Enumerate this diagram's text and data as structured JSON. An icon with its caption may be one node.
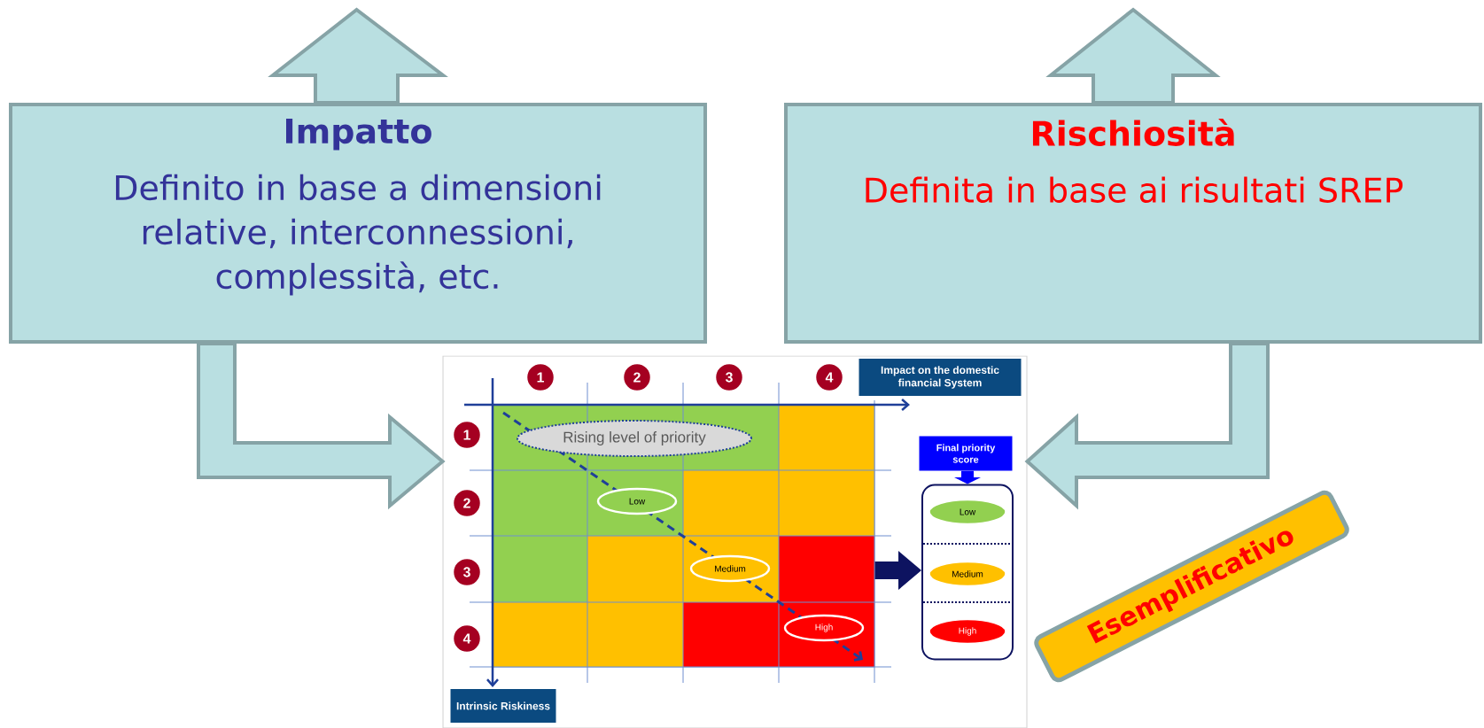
{
  "diagram": {
    "nodes": [
      {
        "text": [
          "Impatto",
          "Definito in base a dimensioni relative, interconnessioni, complessità, etc."
        ]
      },
      {
        "text": [
          "Rischiosità",
          "Definita in base ai risultati SREP"
        ]
      },
      {
        "text": [],
        "shape": "box"
      },
      {
        "text": [
          "1"
        ],
        "in": 2
      },
      {
        "text": [
          "2"
        ],
        "in": 2
      },
      {
        "text": [
          "3"
        ],
        "in": 2
      },
      {
        "text": [
          "4"
        ],
        "in": 2
      },
      {
        "text": [
          "Impact on the domestic financial System"
        ],
        "in": 2
      },
      {
        "text": [
          "1"
        ],
        "in": 2
      },
      {
        "text": [
          "2"
        ],
        "in": 2
      },
      {
        "text": [
          "3"
        ],
        "in": 2
      },
      {
        "text": [
          "4"
        ],
        "in": 2
      },
      {
        "text": [],
        "shape": "box",
        "in": 2
      },
      {
        "text": [
          "Rising level of priority"
        ],
        "in": 12
      },
      {
        "text": [
          "Low"
        ],
        "in": 12
      },
      {
        "text": [
          "Medium"
        ],
        "in": 12
      },
      {
        "text": [
          "High"
        ],
        "in": 12
      },
      {
        "text": [
          "Final priority score"
        ],
        "in": 2
      },
      {
        "text": [],
        "shape": "box",
        "in": 2
      },
      {
        "text": [
          "Low"
        ],
        "in": 18
      },
      {
        "text": [
          "Medium"
        ],
        "in": 18
      },
      {
        "text": [
          "High"
        ],
        "in": 18
      },
      {
        "text": [
          "Intrinsic Riskiness"
        ],
        "in": 2
      },
      {
        "text": [
          "Esemplificativo"
        ]
      }
    ],
    "edges": [
      {
        "from": 0,
        "to": null,
        "arrow": "to"
      },
      {
        "from": 1,
        "to": null,
        "arrow": "to"
      },
      {
        "from": 0,
        "to": 2,
        "arrow": "to"
      },
      {
        "from": 1,
        "to": 2,
        "arrow": "to"
      },
      {
        "from": 12,
        "to": 18,
        "arrow": "to"
      },
      {
        "from": 17,
        "to": 18,
        "arrow": "to"
      }
    ]
  }
}
